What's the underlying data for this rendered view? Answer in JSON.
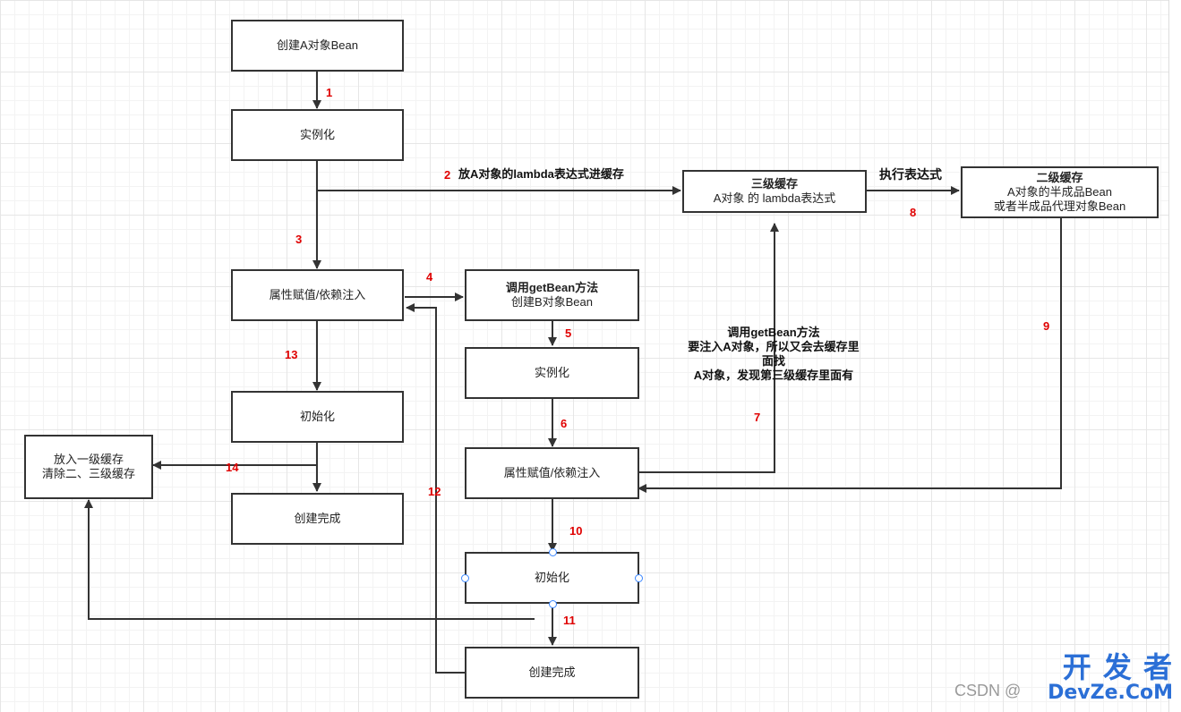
{
  "boxes": {
    "create_a": "创建A对象Bean",
    "a_instantiate": "实例化",
    "a_populate": "属性赋值/依赖注入",
    "a_init": "初始化",
    "a_done": "创建完成",
    "level1_line1": "放入一级缓存",
    "level1_line2": "清除二、三级缓存",
    "getbean_b_line1": "调用getBean方法",
    "getbean_b_line2": "创建B对象Bean",
    "b_instantiate": "实例化",
    "b_populate": "属性赋值/依赖注入",
    "b_init": "初始化",
    "b_done": "创建完成",
    "cache3_title": "三级缓存",
    "cache3_desc": "A对象 的 lambda表达式",
    "cache2_title": "二级缓存",
    "cache2_line1": "A对象的半成品Bean",
    "cache2_line2": "或者半成品代理对象Bean"
  },
  "labels": {
    "step2_text": "放A对象的lambda表达式进缓存",
    "execute_lambda": "执行表达式",
    "step7_line1": "调用getBean方法",
    "step7_line2": "要注入A对象，所以又会去缓存里面找",
    "step7_line3": "A对象，发现第三级缓存里面有"
  },
  "steps": [
    "1",
    "2",
    "3",
    "4",
    "5",
    "6",
    "7",
    "8",
    "9",
    "10",
    "11",
    "12",
    "13",
    "14"
  ],
  "watermark": {
    "logo_line1": "开 发 者",
    "logo_line2": "DevZe.CoM",
    "csdn": "CSDN @"
  },
  "colors": {
    "line": "#333333",
    "step": "#e00000",
    "handle": "#3a86ff"
  }
}
